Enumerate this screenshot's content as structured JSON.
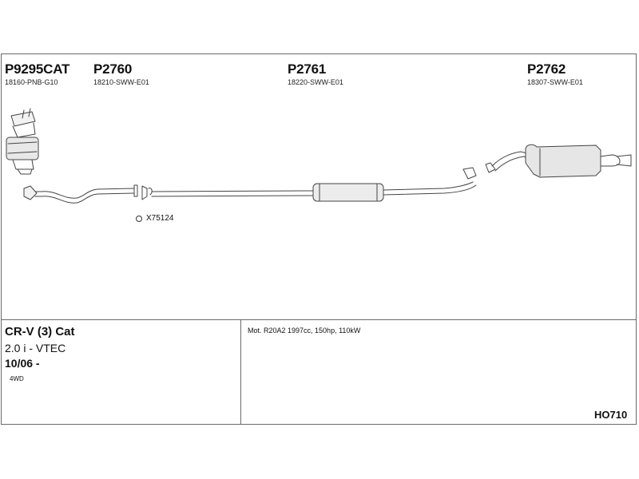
{
  "parts": [
    {
      "number": "P9295CAT",
      "oem": "18160-PNB-G10"
    },
    {
      "number": "P2760",
      "oem": "18210-SWW-E01"
    },
    {
      "number": "P2761",
      "oem": "18220-SWW-E01"
    },
    {
      "number": "P2762",
      "oem": "18307-SWW-E01"
    }
  ],
  "clamp": {
    "label": "X75124"
  },
  "vehicle": {
    "model": "CR-V (3) Cat",
    "engine": "2.0 i - VTEC",
    "date": "10/06 -",
    "drive": "4WD"
  },
  "motor": {
    "text": "Mot. R20A2 1997cc, 150hp, 110kW"
  },
  "system_code": "HO710"
}
